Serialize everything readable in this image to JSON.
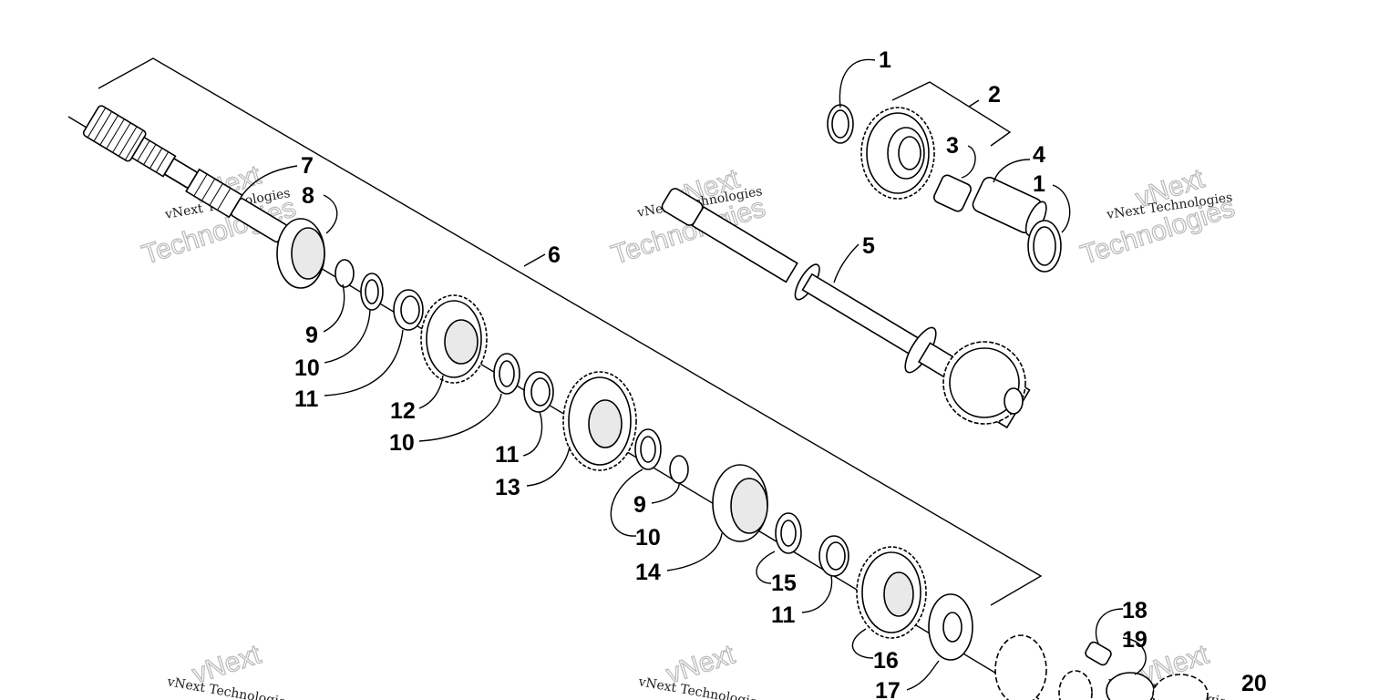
{
  "callouts": [
    "1",
    "2",
    "3",
    "4",
    "1",
    "5",
    "6",
    "7",
    "8",
    "9",
    "10",
    "11",
    "12",
    "10",
    "11",
    "13",
    "9",
    "10",
    "14",
    "15",
    "11",
    "16",
    "17",
    "18",
    "19",
    "20"
  ],
  "watermark": {
    "line1": "vNext Technologies",
    "line2": "vNext",
    "line3": "Technologies"
  },
  "colors": {
    "ink": "#000000",
    "watermark": "#b9b9b9",
    "background": "#ffffff"
  }
}
